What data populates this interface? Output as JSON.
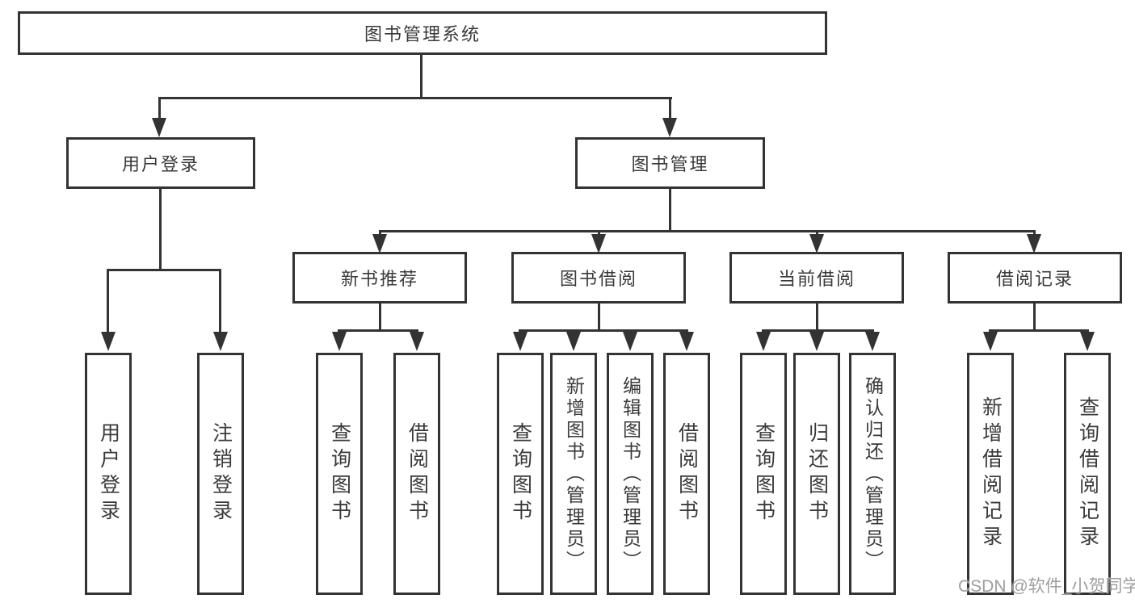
{
  "diagram": {
    "root": {
      "label": "图书管理系统"
    },
    "level2": [
      {
        "label": "用户登录",
        "children": [
          {
            "label": "用户登录"
          },
          {
            "label": "注销登录"
          }
        ]
      },
      {
        "label": "图书管理",
        "children": [
          {
            "label": "新书推荐",
            "children": [
              {
                "label": "查询图书"
              },
              {
                "label": "借阅图书"
              }
            ]
          },
          {
            "label": "图书借阅",
            "children": [
              {
                "label": "查询图书"
              },
              {
                "label": "新增图书（管理员）"
              },
              {
                "label": "编辑图书（管理员）"
              },
              {
                "label": "借阅图书"
              }
            ]
          },
          {
            "label": "当前借阅",
            "children": [
              {
                "label": "查询图书"
              },
              {
                "label": "归还图书"
              },
              {
                "label": "确认归还（管理员）"
              }
            ]
          },
          {
            "label": "借阅记录",
            "children": [
              {
                "label": "新增借阅记录"
              },
              {
                "label": "查询借阅记录"
              }
            ]
          }
        ]
      }
    ],
    "watermark": "CSDN @软件_小贺同学",
    "colors": {
      "line": "#333333",
      "text": "#3a3a3a",
      "watermark": "#9e9e9e",
      "background": "#ffffff"
    }
  }
}
